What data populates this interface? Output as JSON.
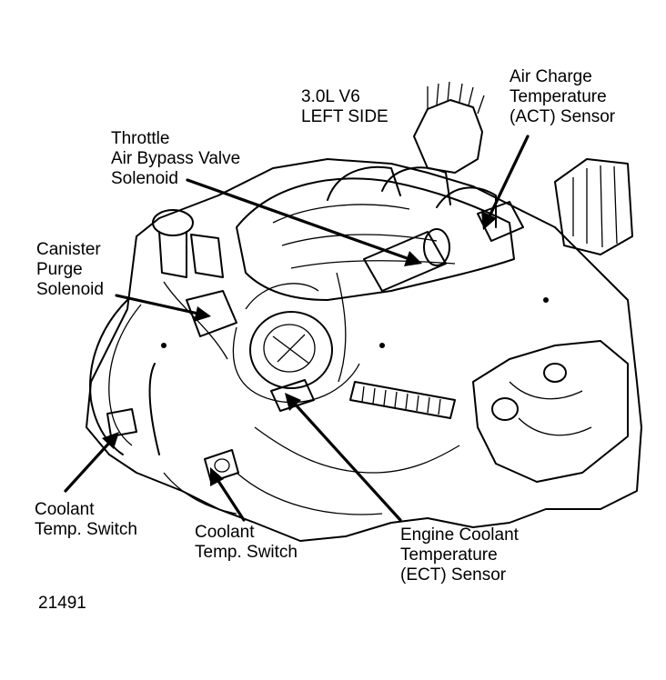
{
  "diagram": {
    "title_lines": [
      "3.0L V6",
      "LEFT SIDE"
    ],
    "figure_number": "21491",
    "callouts": [
      {
        "id": "act-sensor",
        "lines": [
          "Air Charge",
          "Temperature",
          "(ACT) Sensor"
        ]
      },
      {
        "id": "throttle-air-bypass",
        "lines": [
          "Throttle",
          "Air Bypass Valve",
          "Solenoid"
        ]
      },
      {
        "id": "canister-purge",
        "lines": [
          "Canister",
          "Purge",
          "Solenoid"
        ]
      },
      {
        "id": "coolant-temp-switch-left",
        "lines": [
          "Coolant",
          "Temp. Switch"
        ]
      },
      {
        "id": "coolant-temp-switch-center",
        "lines": [
          "Coolant",
          "Temp. Switch"
        ]
      },
      {
        "id": "ect-sensor",
        "lines": [
          "Engine Coolant",
          "Temperature",
          "(ECT) Sensor"
        ]
      }
    ],
    "colors": {
      "ink": "#000000",
      "paper": "#ffffff"
    }
  }
}
